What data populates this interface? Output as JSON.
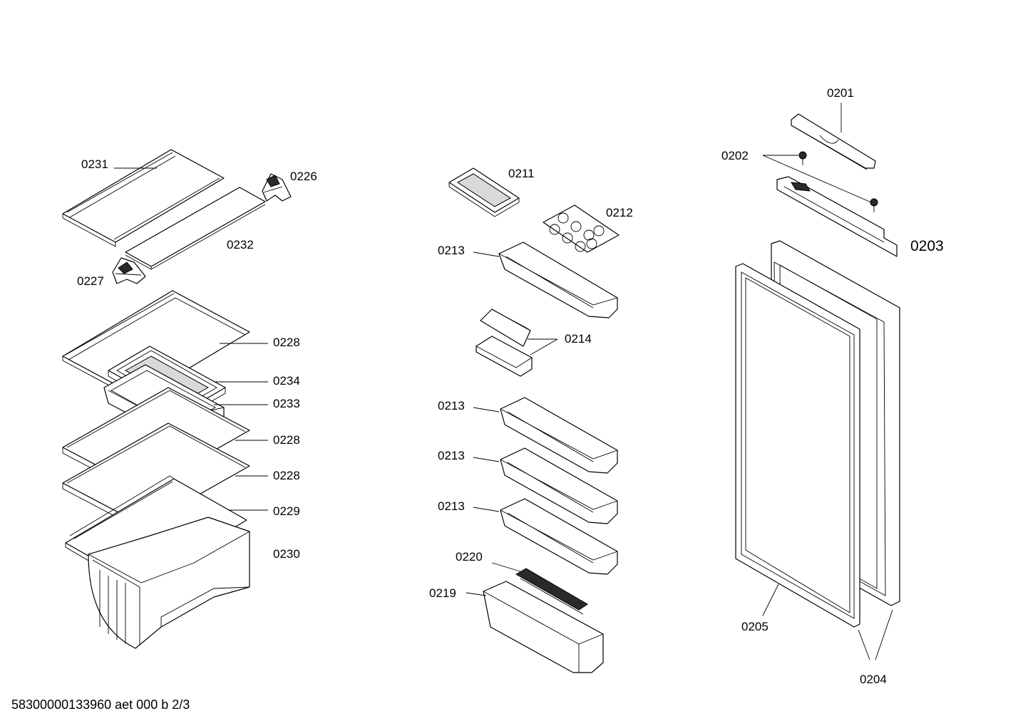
{
  "labels": {
    "p0231": "0231",
    "p0226": "0226",
    "p0232": "0232",
    "p0227": "0227",
    "p0228": "0228",
    "p0234": "0234",
    "p0233": "0233",
    "p0229": "0229",
    "p0230": "0230",
    "p0211": "0211",
    "p0212": "0212",
    "p0213": "0213",
    "p0214": "0214",
    "p0220": "0220",
    "p0219": "0219",
    "p0201": "0201",
    "p0202": "0202",
    "p0203": "0203",
    "p0205": "0205",
    "p0204": "0204"
  },
  "footer": "58300000133960 aet 000 b 2/3"
}
